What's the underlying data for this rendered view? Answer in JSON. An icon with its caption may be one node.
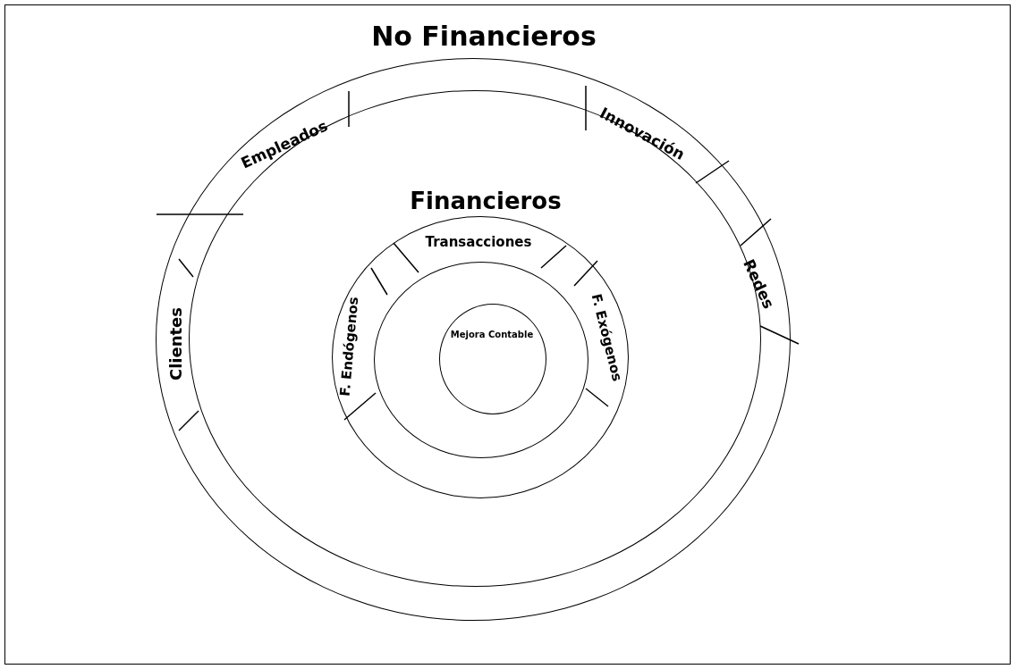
{
  "diagram": {
    "nodes": [
      {
        "text": [
          "No Financieros"
        ]
      },
      {
        "text": [],
        "shape": "circle",
        "in": 0
      },
      {
        "text": [
          "Financieros",
          "Transacciones",
          "F. Endógenos",
          "F. Exógenos"
        ],
        "in": 1
      },
      {
        "text": [],
        "shape": "circle",
        "in": 2
      },
      {
        "text": [
          "Mejora Contable"
        ],
        "in": 3
      }
    ],
    "labels": [
      "Empleados",
      "Innovación",
      "Redes",
      "Clientes"
    ]
  }
}
